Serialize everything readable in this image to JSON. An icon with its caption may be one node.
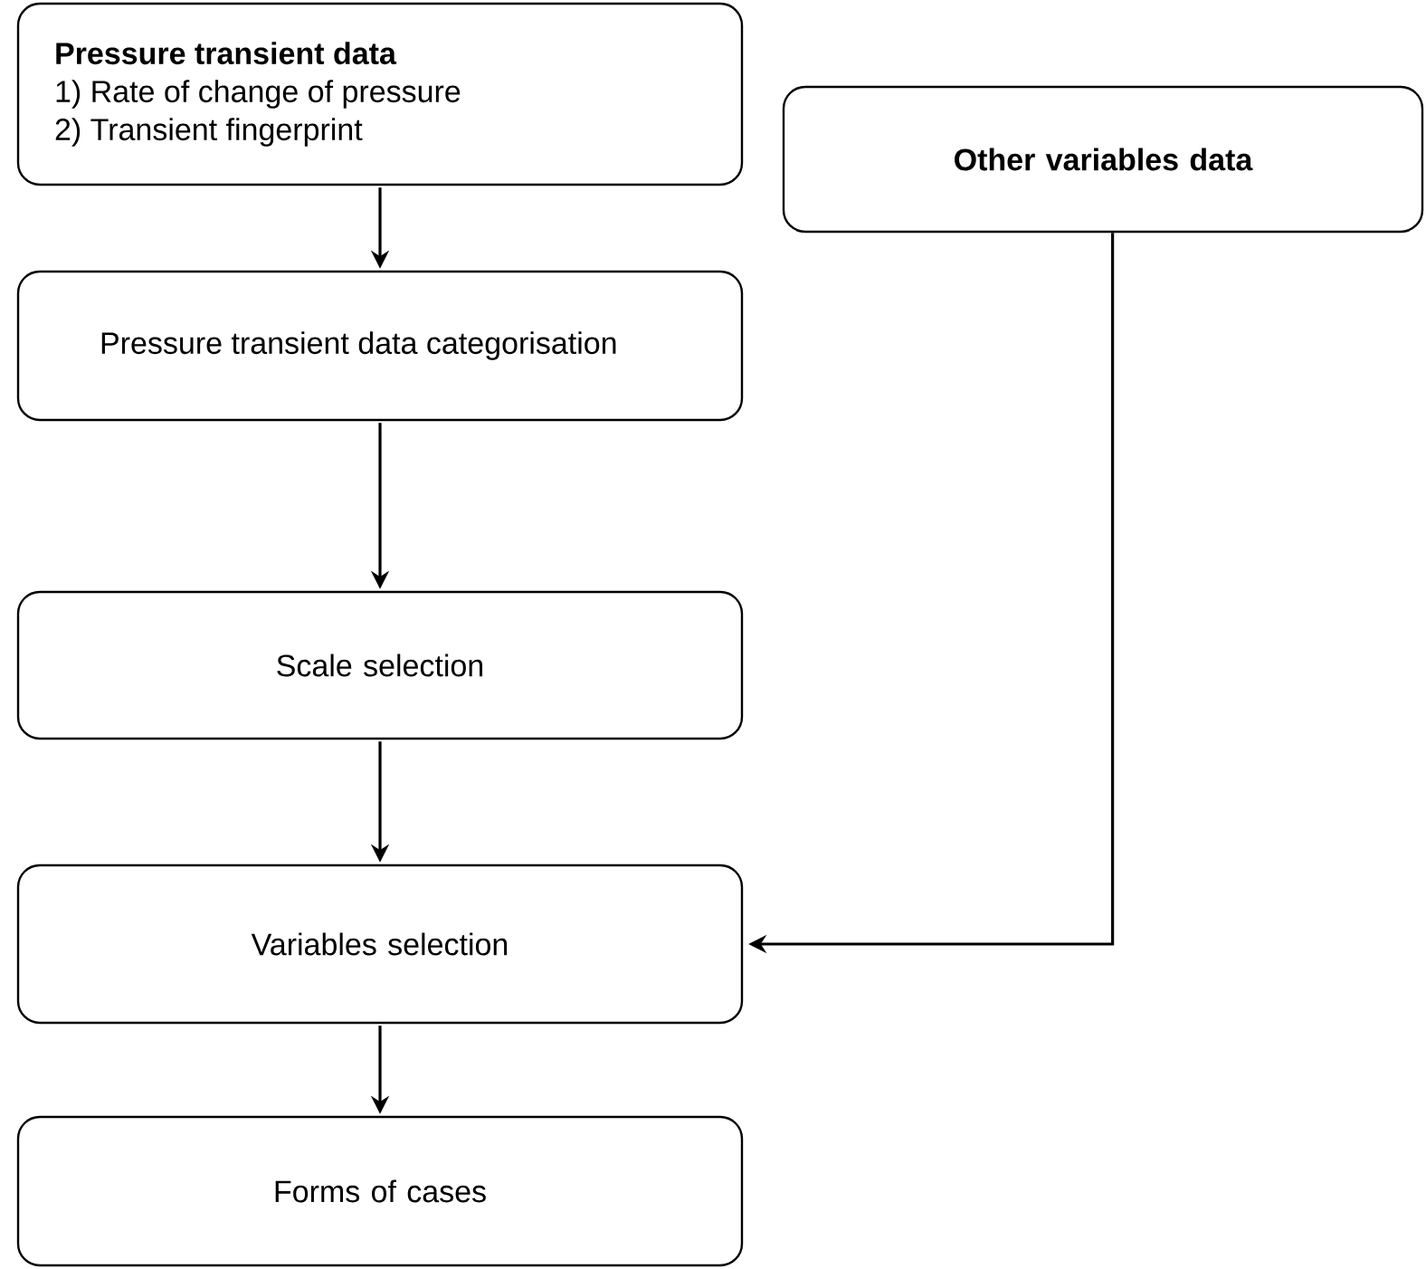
{
  "diagram": {
    "nodes": [
      {
        "text": [
          "Pressure transient data",
          "1) Rate of change of pressure",
          "2) Transient fingerprint"
        ]
      },
      {
        "text": [
          "Other variables data"
        ]
      },
      {
        "text": [
          "Pressure transient data categorisation"
        ]
      },
      {
        "text": [
          "Scale selection"
        ]
      },
      {
        "text": [
          "Variables selection"
        ]
      },
      {
        "text": [
          "Forms of cases"
        ]
      }
    ],
    "edges": [
      {
        "from": 0,
        "to": 2,
        "arrow": "to"
      },
      {
        "from": 2,
        "to": 3,
        "arrow": "to"
      },
      {
        "from": 3,
        "to": 4,
        "arrow": "to"
      },
      {
        "from": 4,
        "to": 5,
        "arrow": "to"
      },
      {
        "from": 1,
        "to": 4,
        "arrow": "to"
      }
    ]
  }
}
